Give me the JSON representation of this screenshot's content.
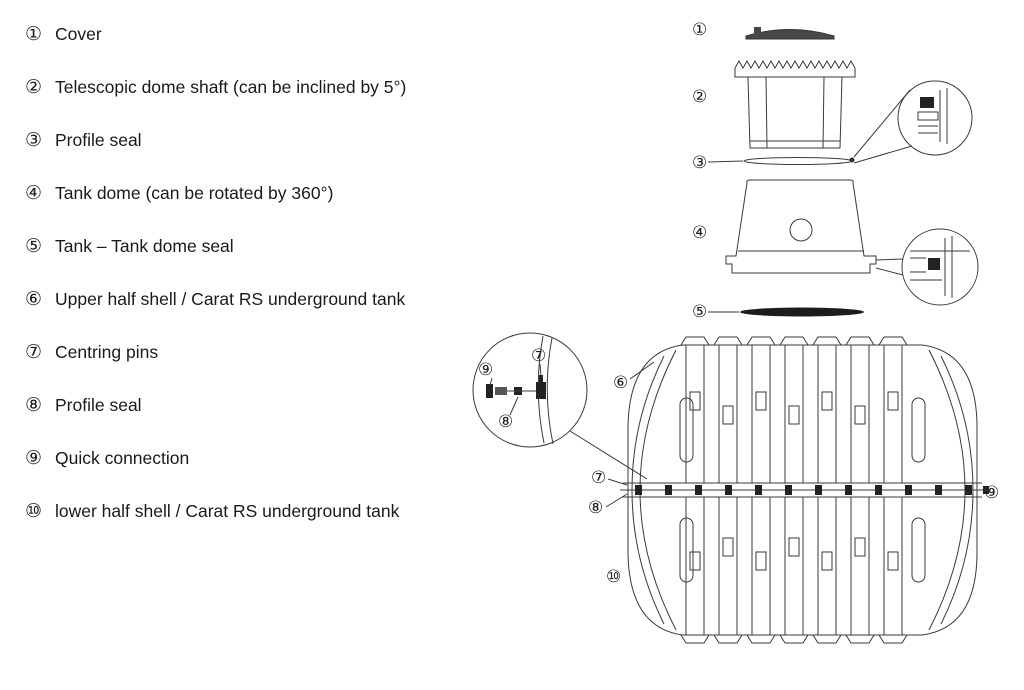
{
  "parts_list": {
    "items": [
      {
        "num": "①",
        "label": "Cover"
      },
      {
        "num": "②",
        "label": "Telescopic dome shaft (can be inclined by 5°)"
      },
      {
        "num": "③",
        "label": "Profile seal"
      },
      {
        "num": "④",
        "label": "Tank dome (can be rotated by 360°)"
      },
      {
        "num": "⑤",
        "label": "Tank – Tank dome seal"
      },
      {
        "num": "⑥",
        "label": "Upper half shell / Carat RS underground tank"
      },
      {
        "num": "⑦",
        "label": "Centring pins"
      },
      {
        "num": "⑧",
        "label": "Profile seal"
      },
      {
        "num": "⑨",
        "label": "Quick connection"
      },
      {
        "num": "⑩",
        "label": "lower half shell / Carat RS underground tank"
      }
    ]
  },
  "diagram": {
    "callouts": {
      "c1": "①",
      "c2": "②",
      "c3": "③",
      "c4": "④",
      "c5": "⑤",
      "c6": "⑥",
      "c7": "⑦",
      "c8": "⑧",
      "c9": "⑨",
      "c10": "⑩",
      "d7": "⑦",
      "d8": "⑧",
      "d9": "⑨"
    },
    "colors": {
      "line": "#3a3a3a",
      "seal_dark": "#1c1c1c"
    }
  }
}
